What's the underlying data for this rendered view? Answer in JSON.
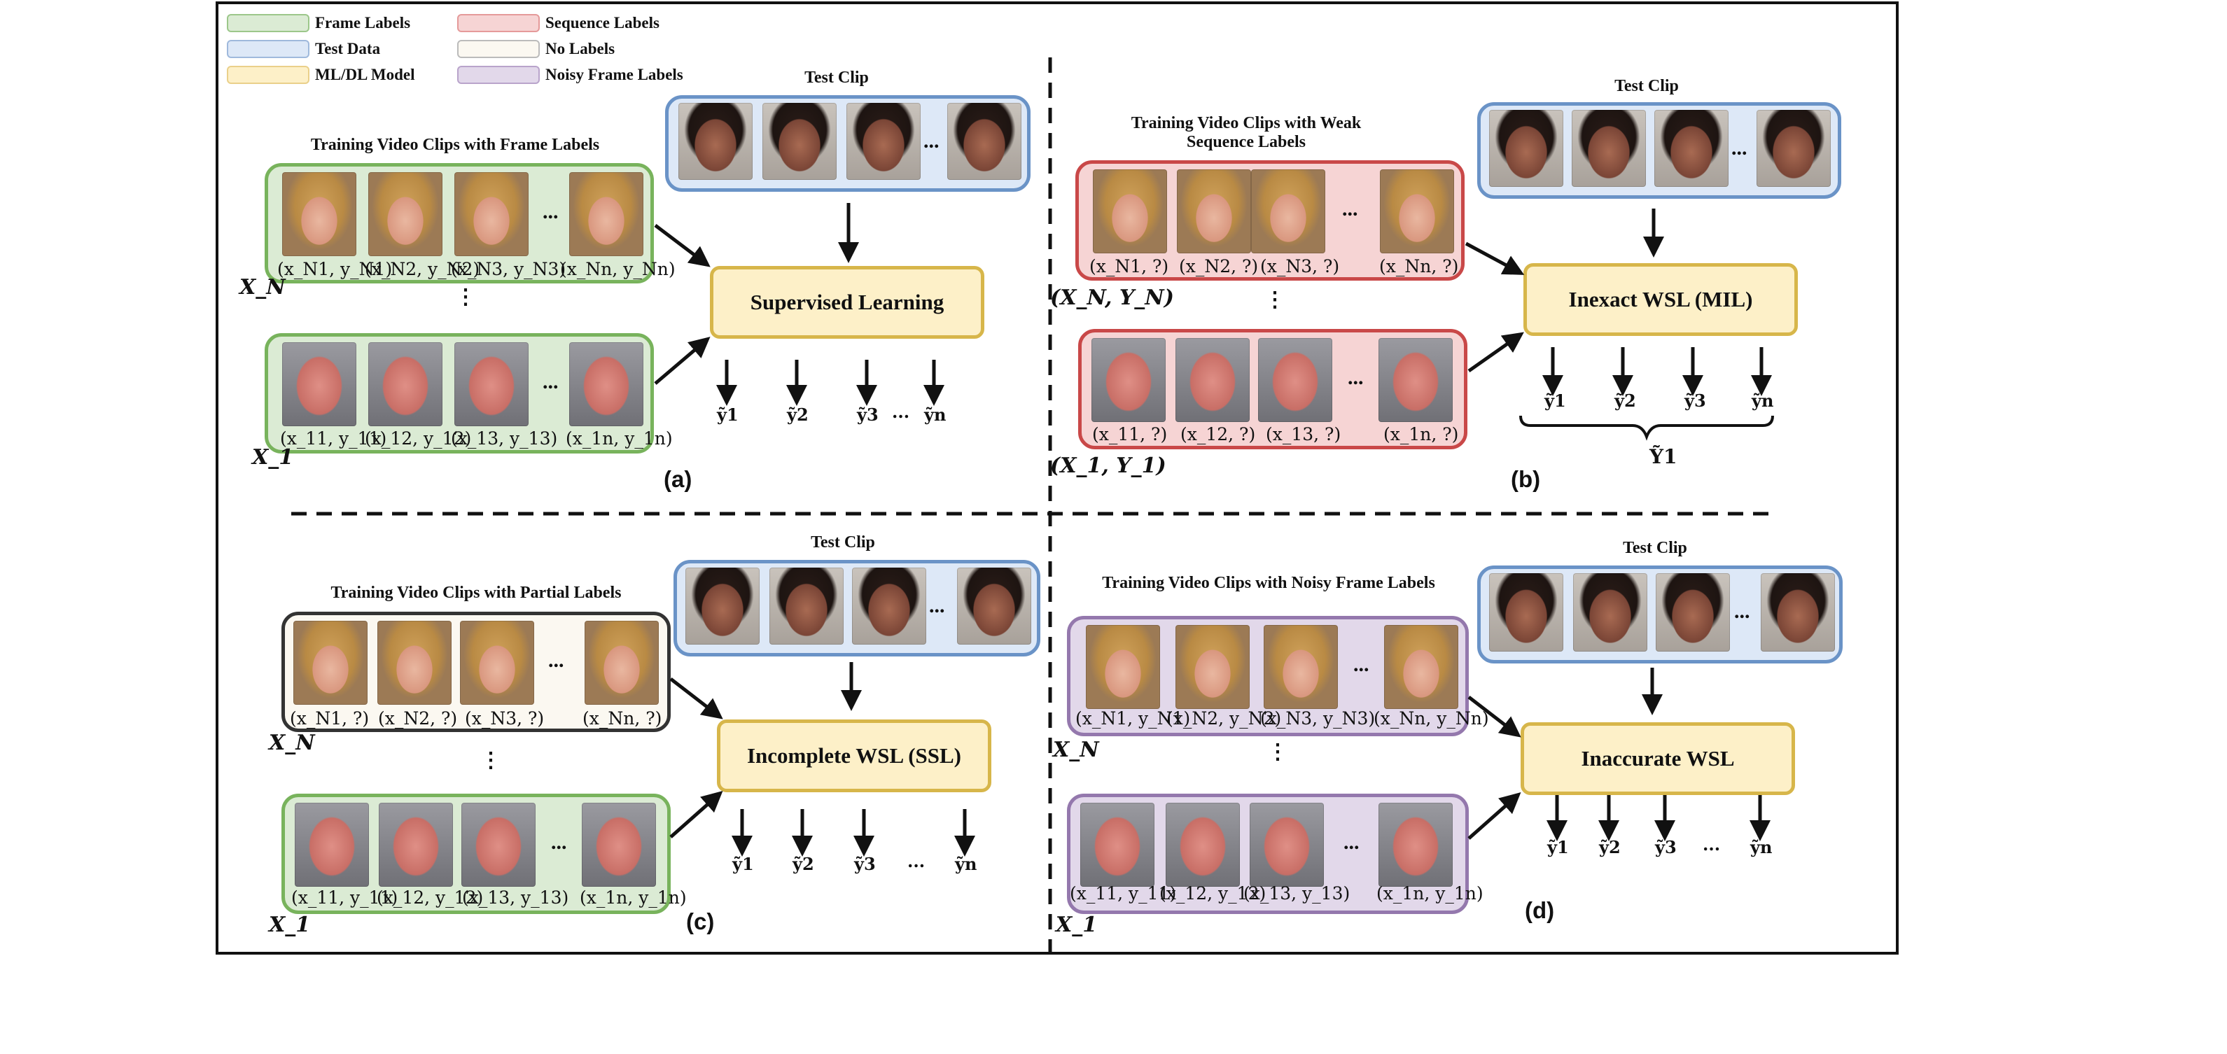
{
  "legend": {
    "frame_labels": "Frame Labels",
    "sequence_labels": "Sequence Labels",
    "test_data": "Test Data",
    "no_labels": "No Labels",
    "model": "ML/DL Model",
    "noisy_labels": "Noisy Frame Labels",
    "colors": {
      "frame_labels": "#dbebd4",
      "sequence_labels": "#f6d4d4",
      "test_data": "#dde8f7",
      "no_labels": "#fbf8f1",
      "model": "#fdf0c8",
      "noisy_labels": "#e2d8ea"
    }
  },
  "common": {
    "test_clip": "Test Clip",
    "ellipsis": "...",
    "vdots": ":"
  },
  "panel_a": {
    "id": "(a)",
    "title": "Training Video Clips with Frame Labels",
    "model": "Supervised Learning",
    "XN": "X_N",
    "X1": "X_1",
    "labels_top": [
      "(x_N1, y_N1)",
      "(x_N2, y_N2)",
      "(x_N3, y_N3)",
      "(x_Nn, y_Nn)"
    ],
    "labels_bottom": [
      "(x_11, y_11)",
      "(x_12, y_12)",
      "(x_13, y_13)",
      "(x_1n, y_1n)"
    ],
    "outputs": [
      "ỹ1",
      "ỹ2",
      "ỹ3",
      "...",
      "ỹn"
    ]
  },
  "panel_b": {
    "id": "(b)",
    "title": "Training Video Clips with Weak Sequence Labels",
    "model": "Inexact WSL (MIL)",
    "XN": "(X_N, Y_N)",
    "X1": "(X_1, Y_1)",
    "labels_top": [
      "(x_N1, ?)",
      "(x_N2, ?)",
      "(x_N3, ?)",
      "(x_Nn, ?)"
    ],
    "labels_bottom": [
      "(x_11, ?)",
      "(x_12, ?)",
      "(x_13, ?)",
      "(x_1n, ?)"
    ],
    "outputs": [
      "ỹ1",
      "ỹ2",
      "ỹ3",
      "ỹn"
    ],
    "brace_label": "Ỹ1"
  },
  "panel_c": {
    "id": "(c)",
    "title": "Training Video Clips with Partial Labels",
    "model": "Incomplete WSL (SSL)",
    "XN": "X_N",
    "X1": "X_1",
    "labels_top": [
      "(x_N1, ?)",
      "(x_N2, ?)",
      "(x_N3, ?)",
      "(x_Nn, ?)"
    ],
    "labels_bottom": [
      "(x_11, y_11)",
      "(x_12, y_12)",
      "(x_13, y_13)",
      "(x_1n, y_1n)"
    ],
    "outputs": [
      "ỹ1",
      "ỹ2",
      "ỹ3",
      "...",
      "ỹn"
    ]
  },
  "panel_d": {
    "id": "(d)",
    "title": "Training Video Clips with Noisy Frame Labels",
    "model": "Inaccurate WSL",
    "XN": "X_N",
    "X1": "X_1",
    "labels_top": [
      "(x_N1, y_N1)",
      "(x_N2, y_N2)",
      "(x_N3, y_N3)",
      "(x_Nn, y_Nn)"
    ],
    "labels_bottom": [
      "(x_11, y_11)",
      "(x_12, y_12)",
      "(x_13, y_13)",
      "(x_1n, y_1n)"
    ],
    "outputs": [
      "ỹ1",
      "ỹ2",
      "ỹ3",
      "...",
      "ỹn"
    ]
  }
}
